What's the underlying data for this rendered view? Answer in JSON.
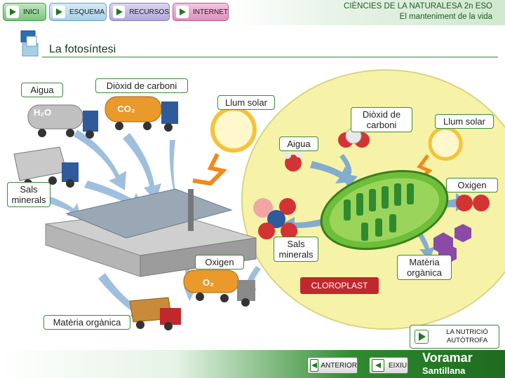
{
  "nav": {
    "inici": "INICI",
    "esquema": "ESQUEMA",
    "recursos": "RECURSOS",
    "internet": "INTERNET"
  },
  "header": {
    "course": "CIÈNCIES DE LA NATURALESA 2n ESO",
    "unit": "El manteniment de la vida"
  },
  "section_title": "La fotosíntesi",
  "labels": {
    "aigua_left": "Aigua",
    "h2o": "H₂O",
    "dioxid_left": "Diòxid de carboni",
    "co2": "CO₂",
    "llum_left": "Llum solar",
    "sals_left": "Sals minerals",
    "oxigen_left": "Oxigen",
    "o2": "O₂",
    "materia_left": "Matèria orgànica",
    "dioxid_right": "Diòxid de carboni",
    "llum_right": "Llum solar",
    "aigua_right": "Aigua",
    "oxigen_right": "Oxigen",
    "sals_right": "Sals minerals",
    "materia_right": "Matèria orgànica",
    "cloroplast": "CLOROPLAST"
  },
  "next_topic": "LA NUTRICIÓ AUTÒTROFA",
  "footer": {
    "anterior": "ANTERIOR",
    "eixiu": "EIXIU",
    "brand_top": "Voramar",
    "brand_bottom": "Santillana"
  },
  "colors": {
    "accent_green": "#2e8b2e",
    "header_green": "#1f7a1f",
    "cell_yellow": "#f6f3a8",
    "cloroplast_red": "#c0282e"
  }
}
